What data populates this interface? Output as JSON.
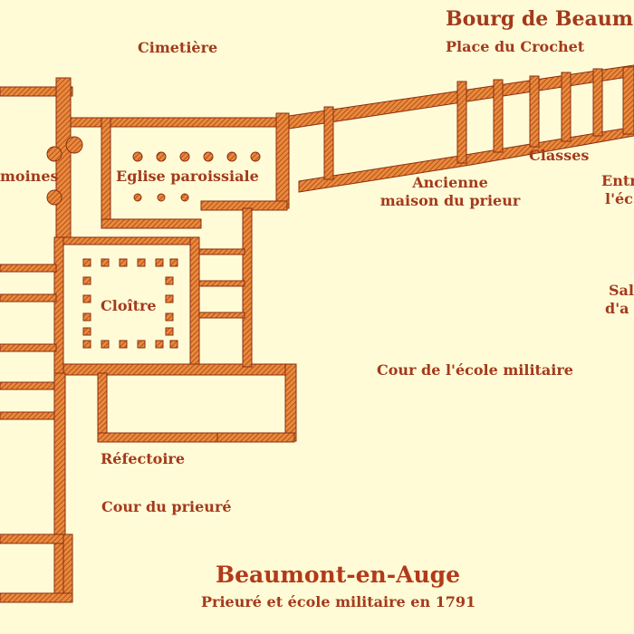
{
  "map": {
    "title": "Beaumont-en-Auge",
    "subtitle": "Prieuré et école militaire en 1791",
    "labels": {
      "bourg": "Bourg de Beaumo",
      "place": "Place du Crochet",
      "cimetiere": "Cimetière",
      "moines": "moines",
      "eglise": "Eglise paroissiale",
      "ancienne_1": "Ancienne",
      "ancienne_2": "maison du prieur",
      "classes": "Classes",
      "entree_1": "Entr",
      "entree_2": "l'éc",
      "salle_1": "Sal",
      "salle_2": "d'a",
      "cloitre": "Cloître",
      "cour_ecole": "Cour de l'école militaire",
      "refectoire": "Réfectoire",
      "cour_prieure": "Cour du prieuré"
    },
    "colors": {
      "background": "#fffbd6",
      "walls": "#d9672a",
      "wall_dark": "#8a2e12",
      "text": "#a33a1c"
    }
  }
}
